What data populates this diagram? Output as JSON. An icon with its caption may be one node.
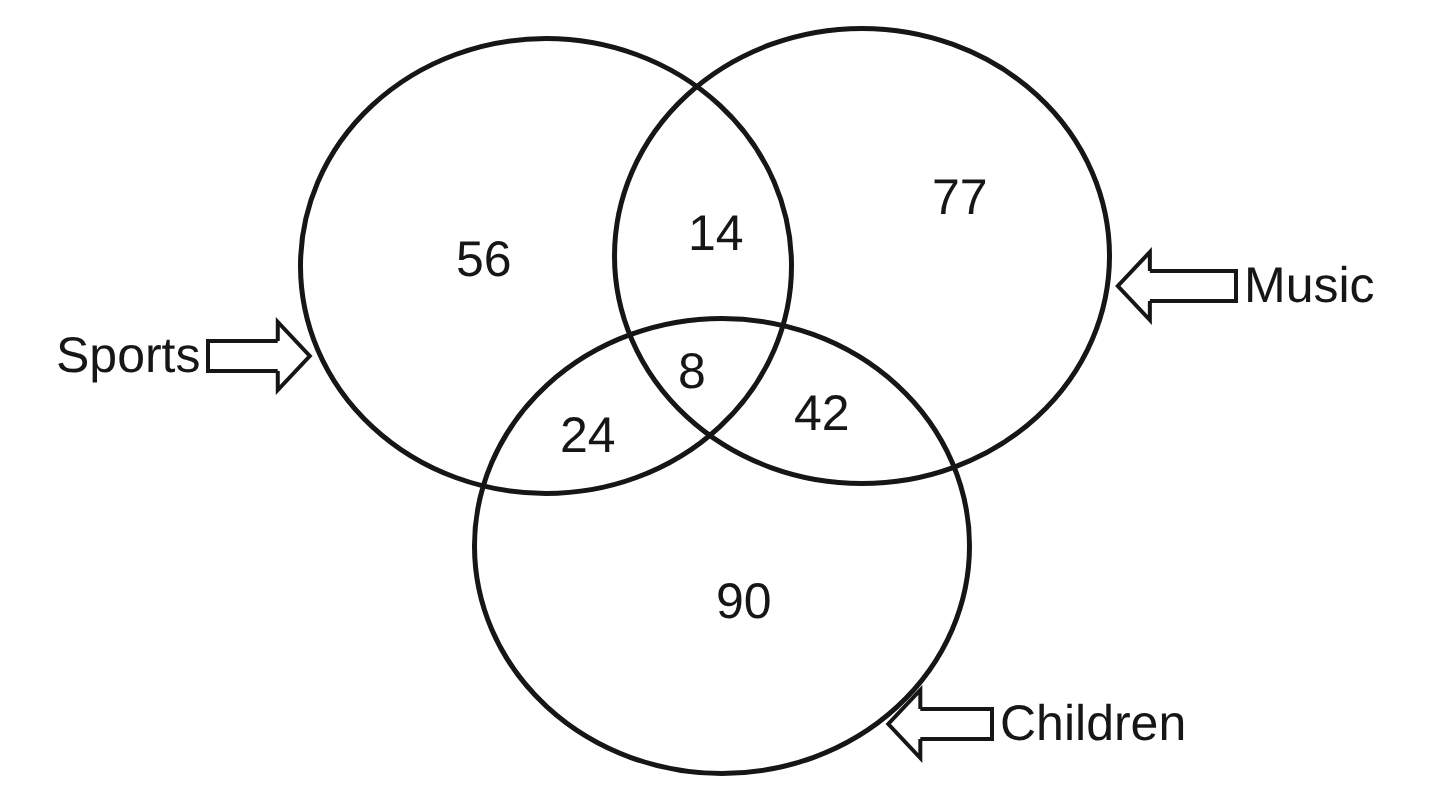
{
  "diagram": {
    "nodes": [
      {
        "text": [],
        "shape": "circle"
      },
      {
        "text": [],
        "shape": "circle"
      },
      {
        "text": [],
        "shape": "circle"
      },
      {
        "text": [
          "Sports"
        ]
      },
      {
        "text": [
          "Music"
        ]
      },
      {
        "text": [
          "Children"
        ]
      }
    ],
    "edges": [
      {
        "from": 3,
        "to": 0,
        "arrow": "to"
      },
      {
        "from": 4,
        "to": 1,
        "arrow": "to"
      },
      {
        "from": 5,
        "to": 2,
        "arrow": "to"
      }
    ],
    "labels": [
      "56",
      "14",
      "77",
      "8",
      "24",
      "42",
      "90"
    ]
  }
}
